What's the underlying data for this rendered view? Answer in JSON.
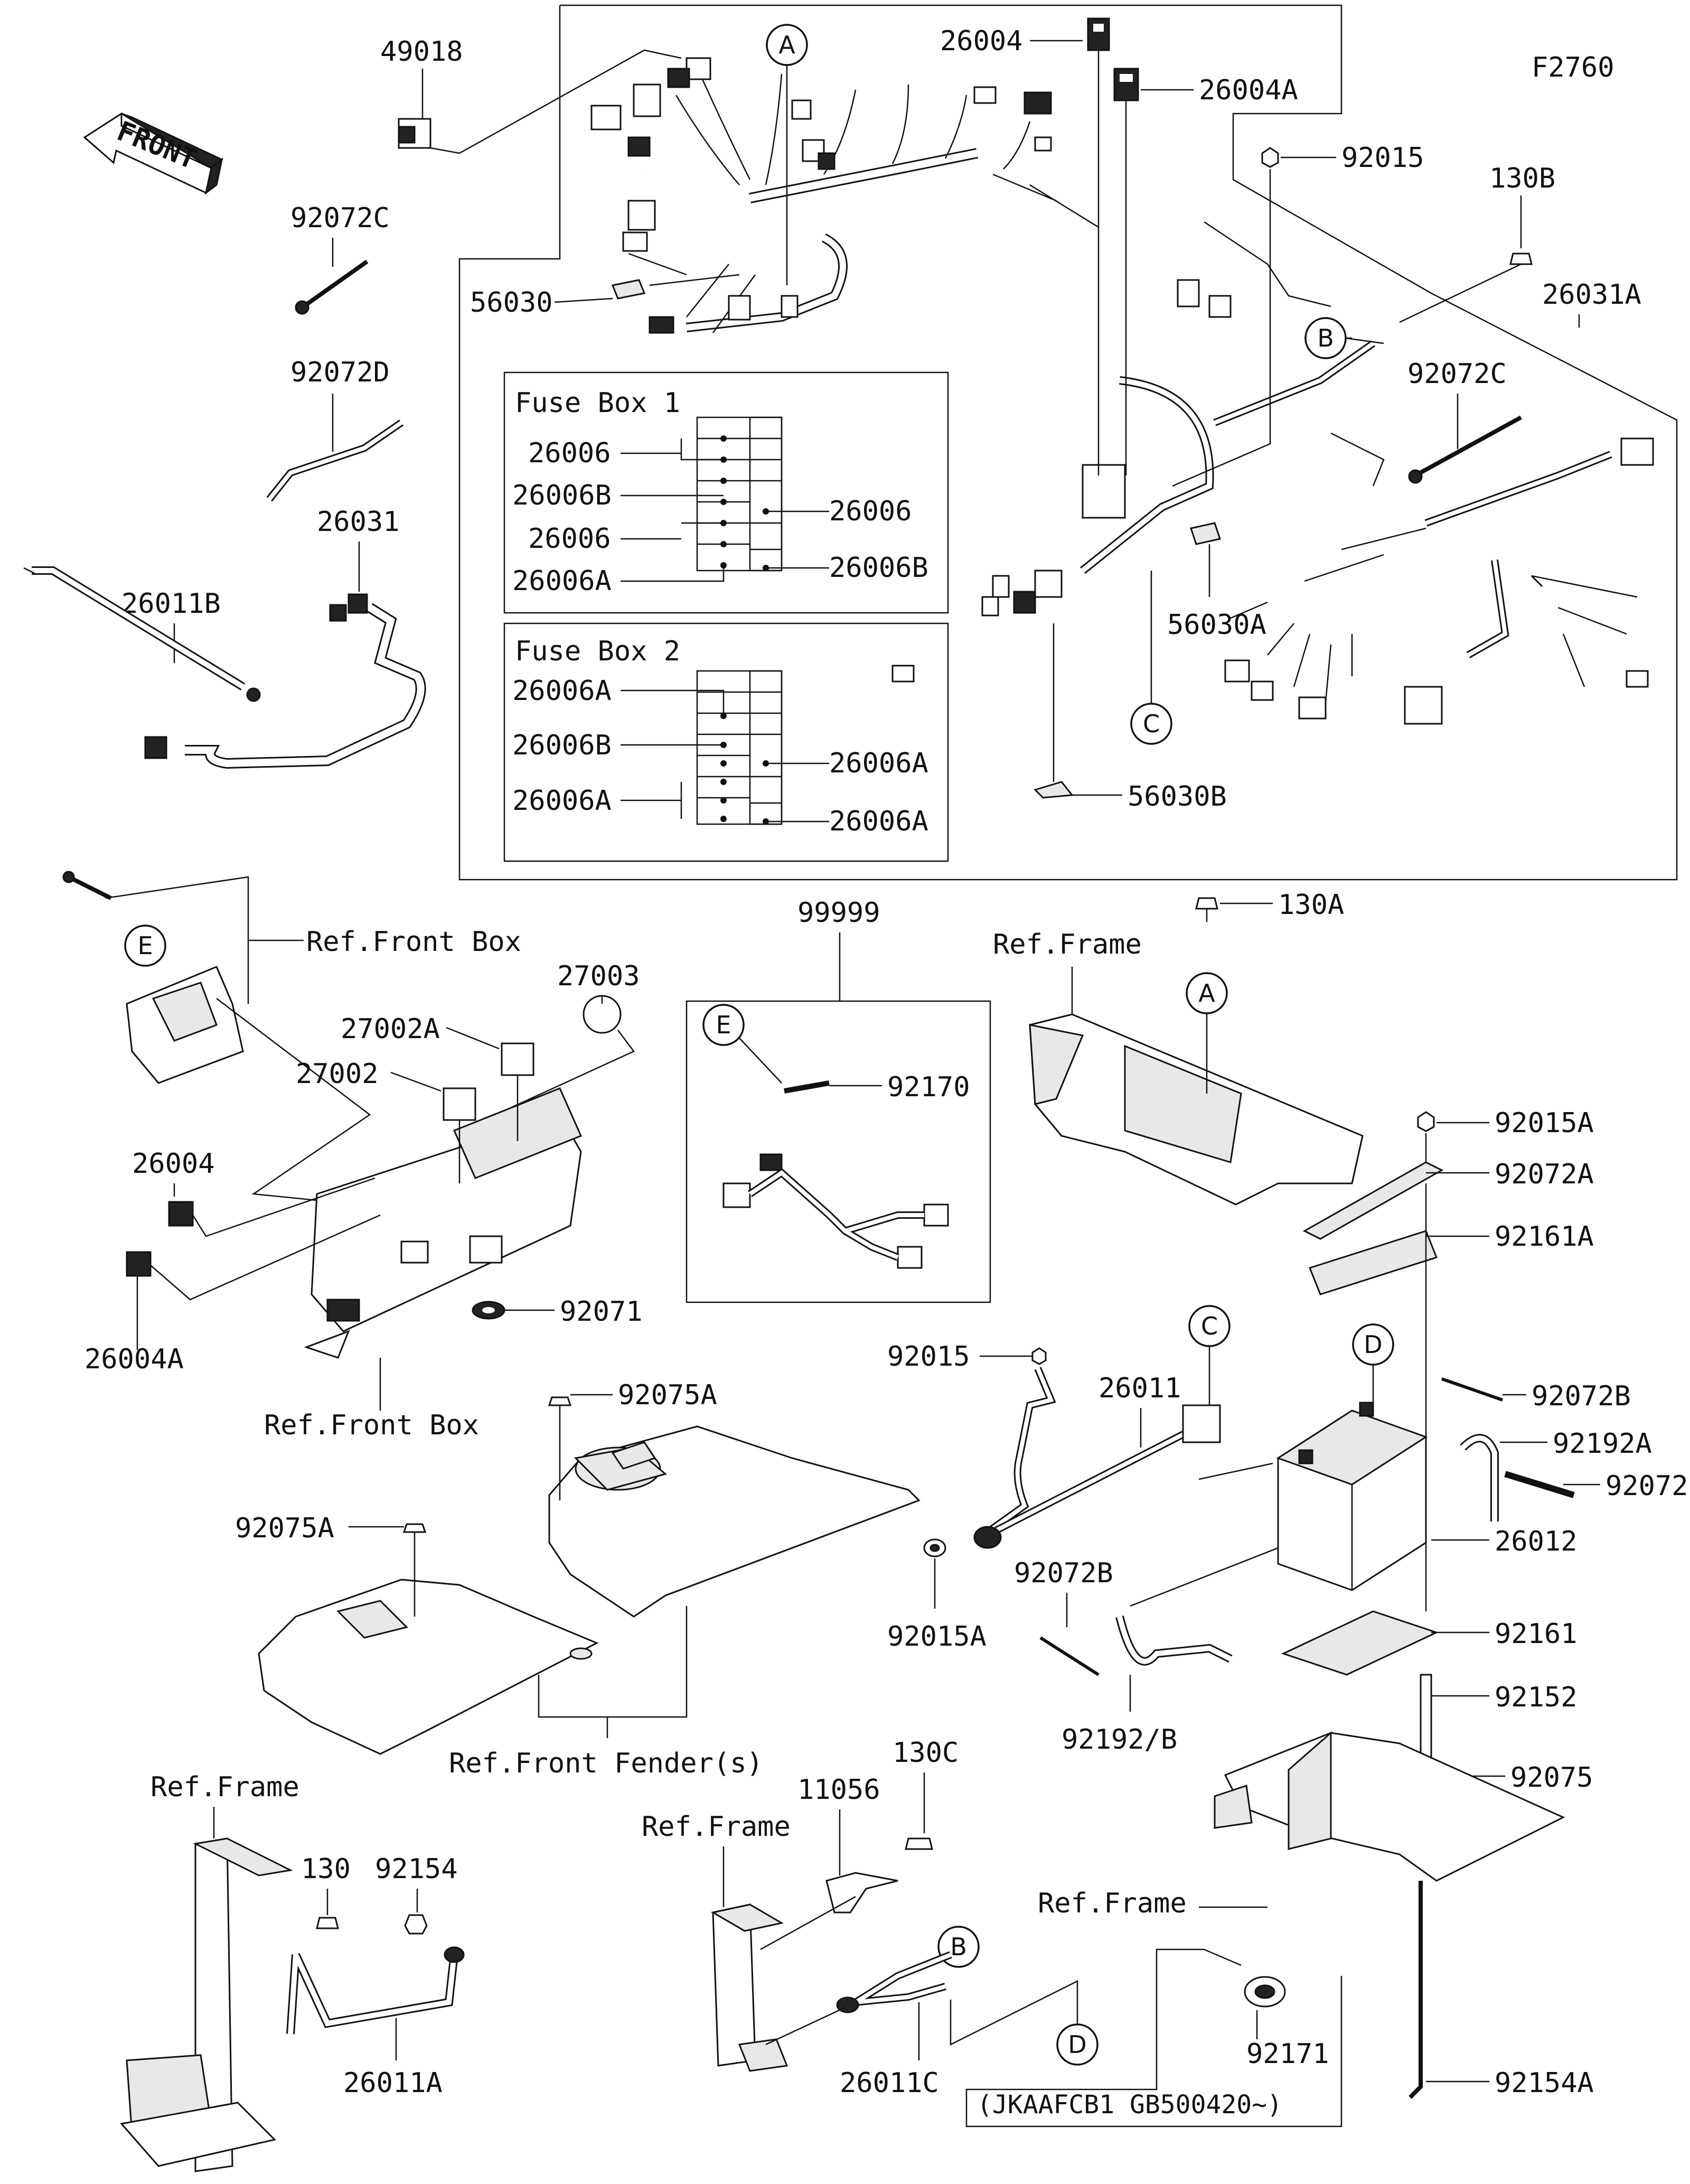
{
  "figure_code": "F2760",
  "front_label": "FRONT",
  "fuse_box_1": {
    "title": "Fuse Box 1",
    "left_labels": [
      "26006",
      "26006B",
      "26006",
      "26006A"
    ],
    "right_labels": [
      "26006",
      "26006B"
    ]
  },
  "fuse_box_2": {
    "title": "Fuse Box 2",
    "left_labels": [
      "26006A",
      "26006B",
      "26006A"
    ],
    "right_labels": [
      "26006A",
      "26006A"
    ]
  },
  "callouts": [
    "A",
    "B",
    "C",
    "D",
    "E"
  ],
  "parts": {
    "p49018": "49018",
    "p92072C_left": "92072C",
    "p92072D": "92072D",
    "p26031": "26031",
    "p26011B": "26011B",
    "p26004_top": "26004",
    "p26004A_top": "26004A",
    "p92015_top": "92015",
    "p130B": "130B",
    "p26031A": "26031A",
    "p92072C_right": "92072C",
    "p56030": "56030",
    "p56030A": "56030A",
    "p56030B": "56030B",
    "p27003": "27003",
    "p27002A": "27002A",
    "p27002": "27002",
    "p26004_mid": "26004",
    "p26004A_mid": "26004A",
    "p92071": "92071",
    "p99999": "99999",
    "p92170": "92170",
    "p130A": "130A",
    "p92015A_top": "92015A",
    "p92072A": "92072A",
    "p92161A": "92161A",
    "p92072B_right": "92072B",
    "p92192A": "92192A",
    "p92072": "92072",
    "p26012": "26012",
    "p92161": "92161",
    "p92152": "92152",
    "p92075": "92075",
    "p92154A": "92154A",
    "p92171": "92171",
    "p92015_mid": "92015",
    "p26011": "26011",
    "p92015A_mid": "92015A",
    "p92072B_mid": "92072B",
    "p92192B": "92192/B",
    "p92075A_top": "92075A",
    "p92075A_left": "92075A",
    "p130": "130",
    "p92154": "92154",
    "p26011A": "26011A",
    "p11056": "11056",
    "p130C": "130C",
    "p26011C": "26011C"
  },
  "references": {
    "ref_front_box_top": "Ref.Front Box",
    "ref_front_box_bottom": "Ref.Front Box",
    "ref_frame_center": "Ref.Frame",
    "ref_front_fenders": "Ref.Front Fender(s)",
    "ref_frame_bottom_left": "Ref.Frame",
    "ref_frame_bottom_mid": "Ref.Frame",
    "ref_frame_bottom_right": "Ref.Frame"
  },
  "serial_note": "(JKAAFCB1 GB500420~)"
}
